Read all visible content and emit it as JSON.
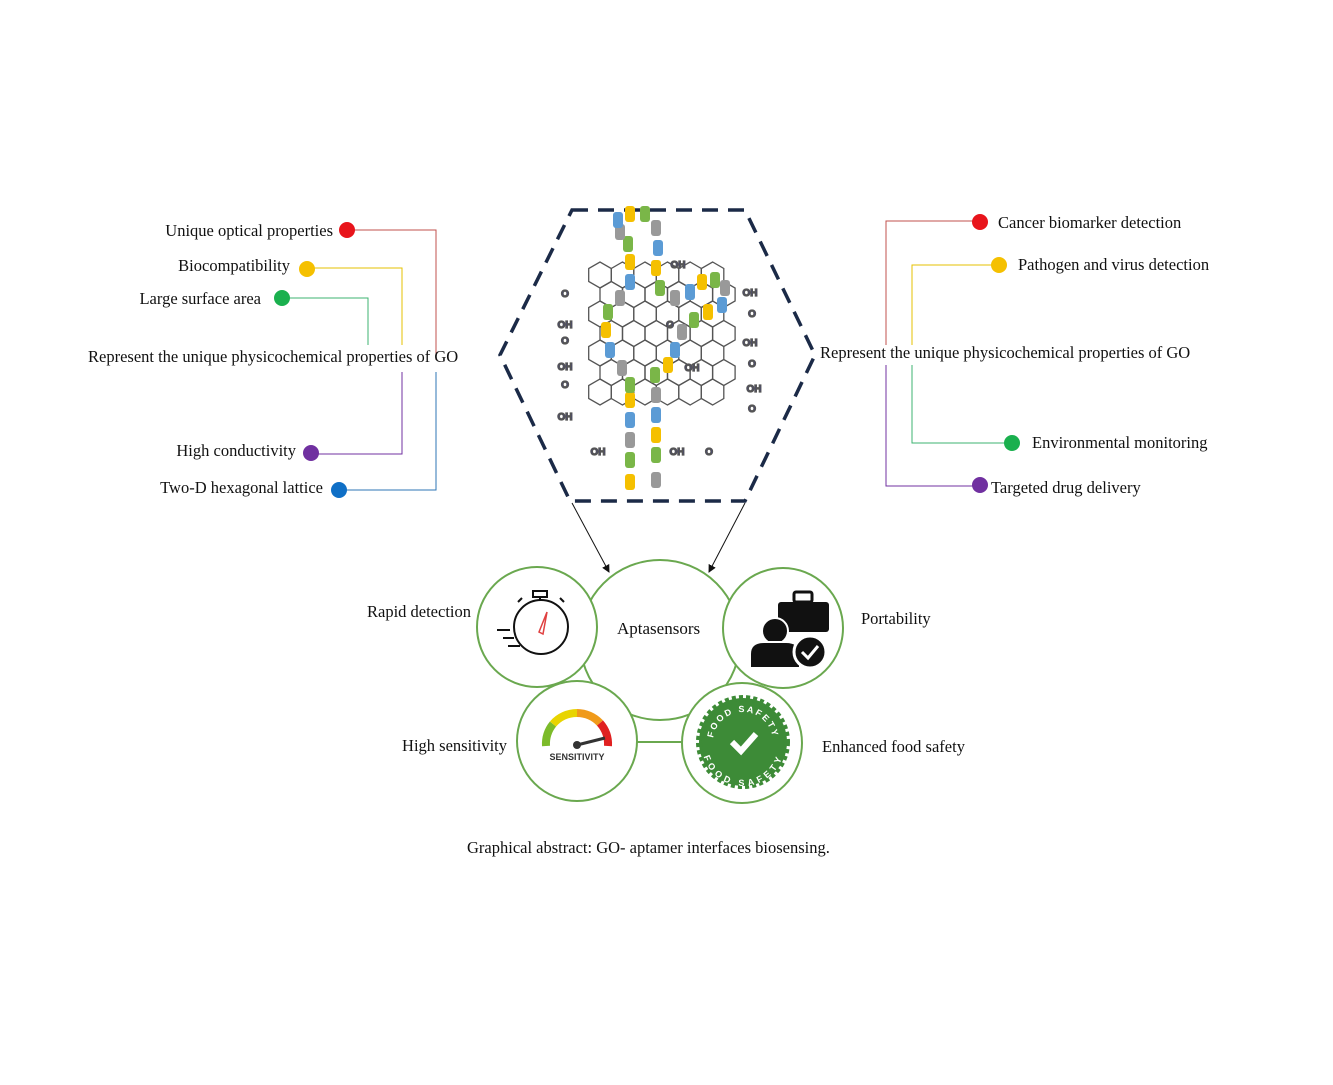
{
  "left_properties": {
    "center_label": "Represent the unique physicochemical properties of GO",
    "items": [
      {
        "label": "Unique optical properties",
        "color": "#e8141b"
      },
      {
        "label": "Biocompatibility",
        "color": "#f5c000"
      },
      {
        "label": "Large surface area",
        "color": "#1ab04e"
      },
      {
        "label": "High conductivity",
        "color": "#7030a0"
      },
      {
        "label": "Two-D hexagonal lattice",
        "color": "#0f6fc6"
      }
    ]
  },
  "right_applications": {
    "center_label": "Represent the unique physicochemical properties of GO",
    "items": [
      {
        "label": "Cancer biomarker detection",
        "color": "#e8141b"
      },
      {
        "label": "Pathogen and virus detection",
        "color": "#f5c000"
      },
      {
        "label": "Environmental monitoring",
        "color": "#1ab04e"
      },
      {
        "label": "Targeted drug delivery",
        "color": "#7030a0"
      }
    ]
  },
  "center": {
    "hub_label": "Aptasensors",
    "benefits": [
      "Rapid detection",
      "Portability",
      "High sensitivity",
      "Enhanced food safety"
    ],
    "gauge_label": "SENSITIVITY",
    "badge_label": "FOOD SAFETY",
    "go_groups": [
      "OH",
      "O"
    ]
  },
  "caption": "Graphical abstract: GO- aptamer interfaces biosensing."
}
